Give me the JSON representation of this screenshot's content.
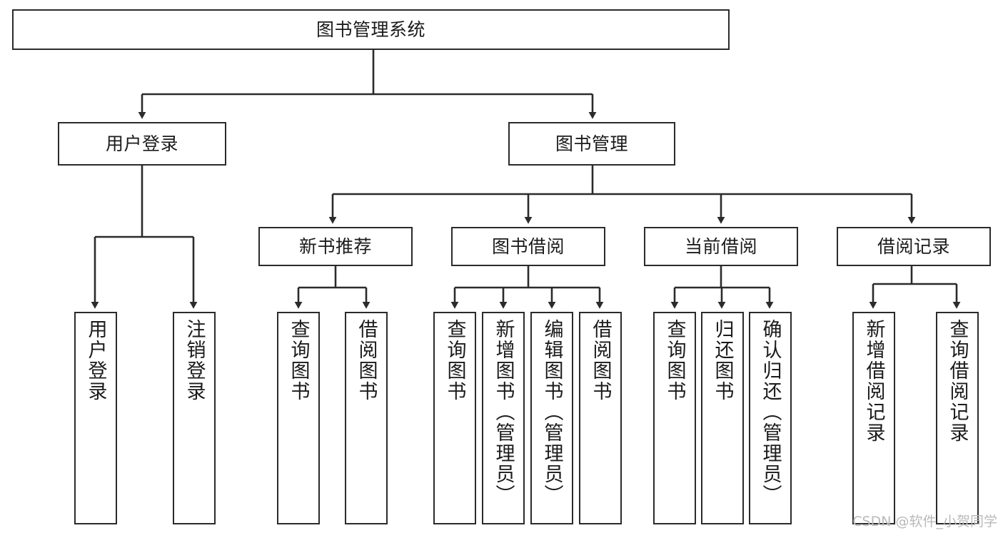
{
  "diagram": {
    "title": "图书管理系统",
    "type": "功能结构图",
    "watermark": "CSDN @软件_小贺同学",
    "colors": {
      "stroke": "#2b2b2b",
      "fill": "#ffffff",
      "text": "#1b1b1b",
      "watermark": "#b9b9b9"
    },
    "nodes": {
      "root": {
        "label": "图书管理系统"
      },
      "level2": [
        {
          "key": "user_login",
          "label": "用户登录"
        },
        {
          "key": "book_manage",
          "label": "图书管理"
        }
      ],
      "level3": [
        {
          "key": "new_book_rec",
          "label": "新书推荐"
        },
        {
          "key": "book_borrow",
          "label": "图书借阅"
        },
        {
          "key": "current_borrow",
          "label": "当前借阅"
        },
        {
          "key": "borrow_record",
          "label": "借阅记录"
        }
      ],
      "leaves": {
        "user_login": [
          {
            "label": "用户登录"
          },
          {
            "label": "注销登录"
          }
        ],
        "new_book_rec": [
          {
            "label": "查询图书"
          },
          {
            "label": "借阅图书"
          }
        ],
        "book_borrow": [
          {
            "label": "查询图书"
          },
          {
            "label": "新增图书（管理员）"
          },
          {
            "label": "编辑图书（管理员）"
          },
          {
            "label": "借阅图书"
          }
        ],
        "current_borrow": [
          {
            "label": "查询图书"
          },
          {
            "label": "归还图书"
          },
          {
            "label": "确认归还（管理员）"
          }
        ],
        "borrow_record": [
          {
            "label": "新增借阅记录"
          },
          {
            "label": "查询借阅记录"
          }
        ]
      }
    }
  }
}
